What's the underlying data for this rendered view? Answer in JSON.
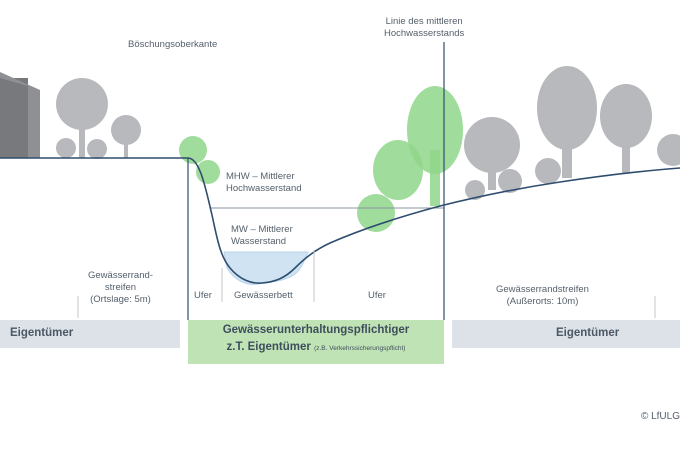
{
  "labels": {
    "boeschung": "Böschungsoberkante",
    "hochwasser_line_1": "Linie des mittleren",
    "hochwasser_line_2": "Hochwasserstands",
    "mhw_1": "MHW – Mittlerer",
    "mhw_2": "Hochwasserstand",
    "mw_1": "MW – Mittlerer",
    "mw_2": "Wasserstand",
    "rand_left_1": "Gewässerrand-",
    "rand_left_2": "streifen",
    "rand_left_3": "(Ortslage: 5m)",
    "ufer_left": "Ufer",
    "gewaesserbett": "Gewässerbett",
    "ufer_right": "Ufer",
    "rand_right_1": "Gewässerrandstreifen",
    "rand_right_2": "(Außerorts: 10m)"
  },
  "bottom": {
    "left_owner": "Eigentümer",
    "center_title": "Gewässerunterhaltungspflichtiger",
    "center_sub": "z.T. Eigentümer",
    "center_note": "(z.B. Verkehrssicherungspflicht)",
    "right_owner": "Eigentümer"
  },
  "copyright": "© LfULG",
  "colors": {
    "tree_gray": "#b7b9bd",
    "tree_green": "#8fd68a",
    "water": "#cfe3f3",
    "ground_line": "#2f4d6e",
    "zone_green": "#bfe3b4",
    "strip_gray": "#dde2e8"
  }
}
